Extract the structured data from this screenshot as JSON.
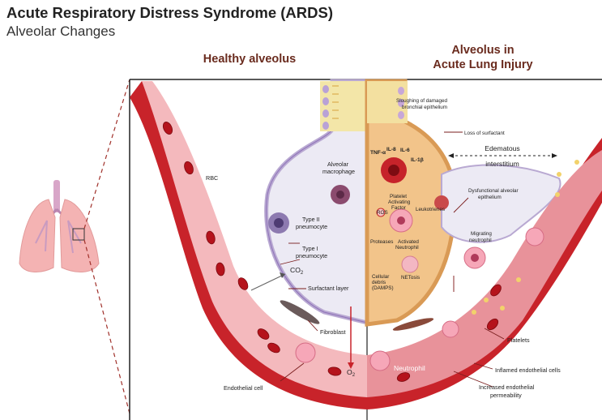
{
  "figure": {
    "title": "Acute Respiratory Distress Syndrome (ARDS)",
    "subtitle": "Alveolar Changes"
  },
  "panels": {
    "healthy": {
      "heading": "Healthy alveolus"
    },
    "injured": {
      "heading_line1": "Alveolus in",
      "heading_line2": "Acute Lung Injury"
    }
  },
  "labels": {
    "rbc": "RBC",
    "alveolar_macrophage_1": "Alveolar",
    "alveolar_macrophage_2": "macrophage",
    "type2_1": "Type II",
    "type2_2": "pneumocyte",
    "type1_1": "Type I",
    "type1_2": "pneumocyte",
    "co2": "CO",
    "co2_sub": "2",
    "o2": "O",
    "o2_sub": "2",
    "surfactant_layer": "Surfactant layer",
    "fibroblast": "Fibroblast",
    "endothelial_cell": "Endothelial cell",
    "sloughing_1": "Sloughing of damaged",
    "sloughing_2": "bronchial epithelium",
    "loss_of_surfactant": "Loss of surfactant",
    "edematous_1": "Edematous",
    "edematous_2": "interstitium",
    "tnf": "TNF-α",
    "il8": "IL-8",
    "il6": "IL-6",
    "il1b": "IL-1β",
    "paf_1": "Platelet",
    "paf_2": "Activating",
    "paf_3": "Factor",
    "leukotrienes": "Leukotrienes",
    "ros": "ROS",
    "proteases": "Proteases",
    "activated_1": "Activated",
    "activated_2": "Neutrophil",
    "dysfunctional_1": "Dysfunctional alveolar",
    "dysfunctional_2": "epithelium",
    "migrating_1": "Migrating",
    "migrating_2": "neutrophil",
    "debris_1": "Cellular",
    "debris_2": "debris",
    "debris_3": "(DAMPS)",
    "netosis": "NETosis",
    "platelets": "Platelets",
    "neutrophil": "Neutrophil",
    "inflamed": "Inflamed endothelial cells",
    "increased_1": "Increased endothelial",
    "increased_2": "permeability"
  },
  "colors": {
    "vessel_red": "#c8232a",
    "vessel_wall": "#e8929a",
    "vessel_inner": "#f4b9bd",
    "alveolus_fill": "#eceaf4",
    "injured_fill": "#f2c48a",
    "epithelium": "#d9cfe6",
    "neutrophil": "#f6a7b8",
    "heading": "#6a2b1e"
  },
  "icons": [
    "lungs-icon",
    "rbc-icon",
    "macrophage-icon",
    "neutrophil-icon",
    "platelet-icon",
    "fibroblast-icon"
  ]
}
